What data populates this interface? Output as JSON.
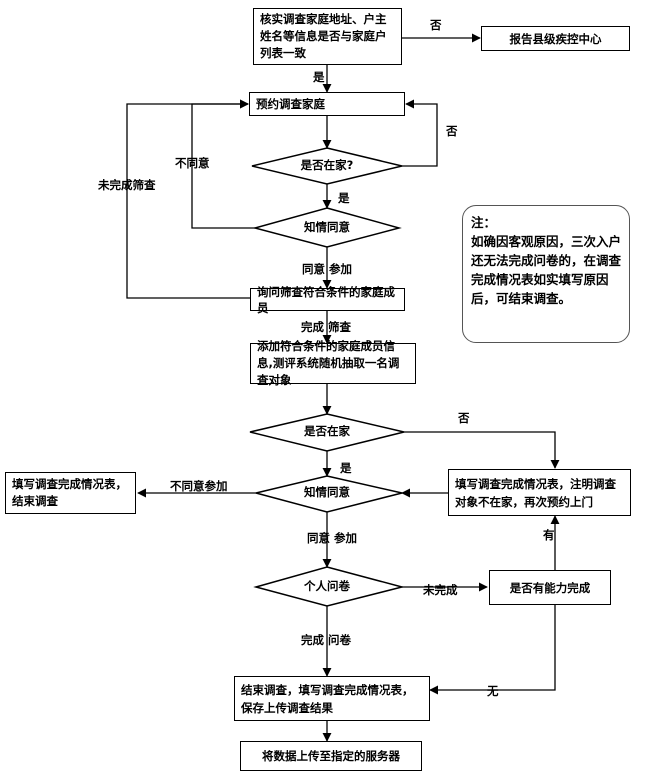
{
  "boxes": {
    "verify": "核实调查家庭地址、户主姓名等信息是否与家庭户列表一致",
    "report": "报告县级疾控中心",
    "appointment": "预约调查家庭",
    "ask_screen": "询问筛查符合条件的家庭成员",
    "add_members": "添加符合条件的家庭成员信息,测评系统随机抽取一名调查对象",
    "finish_refuse": "填写调查完成情况表，结束调查",
    "fill_absent": "填写调查完成情况表，注明调查对象不在家，再次预约上门",
    "capable": "是否有能力完成",
    "finish": "结束调查，填写调查完成情况表，保存上传调查结果",
    "upload": "将数据上传至指定的服务器"
  },
  "decisions": {
    "at_home_1": "是否在家?",
    "consent_1": "知情同意",
    "at_home_2": "是否在家",
    "consent_2": "知情同意",
    "questionnaire": "个人问卷"
  },
  "edge_labels": {
    "no_1": "否",
    "yes_1": "是",
    "no_2": "否",
    "disagree_1": "不同意",
    "incomplete_screen": "未完成筛查",
    "yes_2": "是",
    "agree_join_1": "同意 参加",
    "complete_screen": "完成 筛查",
    "no_3": "否",
    "yes_3": "是",
    "disagree_join": "不同意参加",
    "agree_join_2": "同意 参加",
    "incomplete": "未完成",
    "have": "有",
    "complete_questionnaire": "完成 问卷",
    "none": "无"
  },
  "note": {
    "title": "注：",
    "body": "如确因客观原因，三次入户还无法完成问卷的，在调查完成情况表如实填写原因后，可结束调查。"
  }
}
